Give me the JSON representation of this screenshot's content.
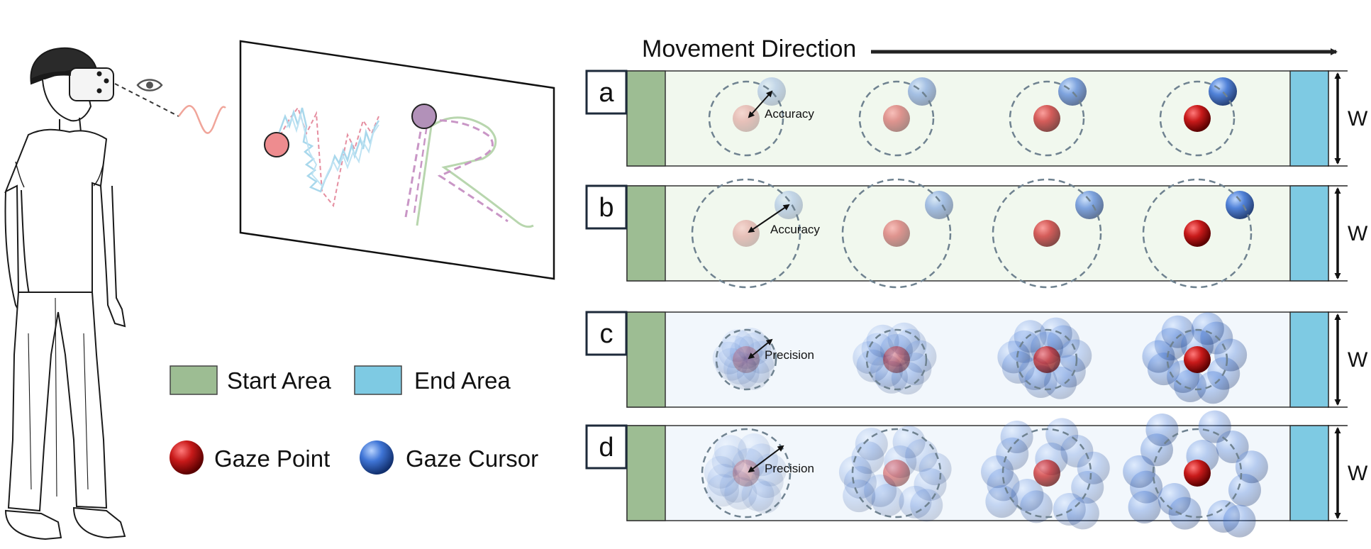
{
  "header": {
    "movement_label": "Movement Direction"
  },
  "panels": [
    {
      "letter": "a",
      "annotation": "Accuracy",
      "width_label": "W"
    },
    {
      "letter": "b",
      "annotation": "Accuracy",
      "width_label": "W"
    },
    {
      "letter": "c",
      "annotation": "Precision",
      "width_label": "W"
    },
    {
      "letter": "d",
      "annotation": "Precision",
      "width_label": "W"
    }
  ],
  "legend": {
    "start_area": "Start Area",
    "end_area": "End Area",
    "gaze_point": "Gaze Point",
    "gaze_cursor": "Gaze Cursor"
  },
  "colors": {
    "start_area": "#9dbd93",
    "end_area": "#7ecae3",
    "gaze_point": "#b31515",
    "gaze_cursor": "#3a6fd0",
    "panel_bg_accuracy": "#f1f8ee",
    "panel_bg_precision": "#f2f7fc"
  },
  "icons": {
    "person": "vr-headset-user-icon",
    "eye": "eye-icon",
    "screen": "drawing-screen-icon"
  }
}
